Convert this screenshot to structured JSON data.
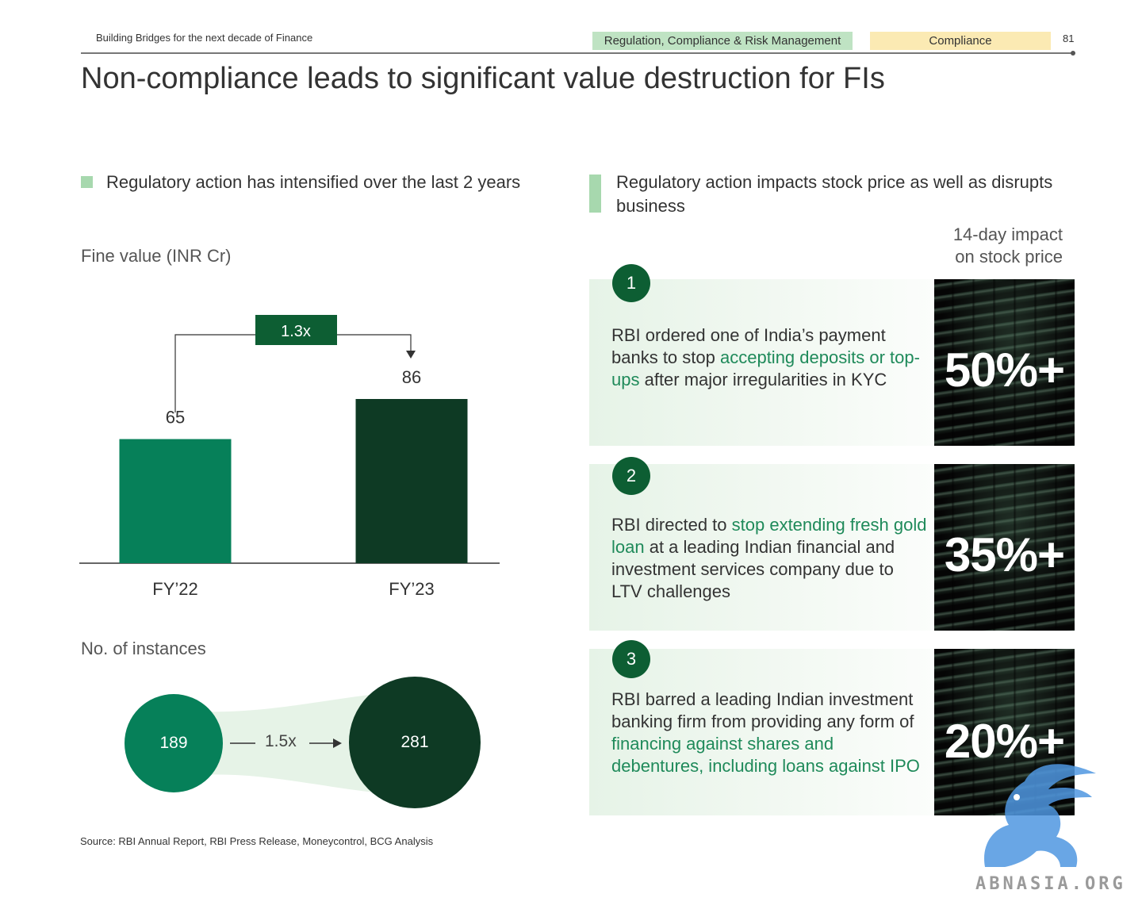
{
  "header": {
    "left": "Building Bridges for the next decade of Finance",
    "tag_green": "Regulation, Compliance & Risk Management",
    "tag_yellow": "Compliance",
    "page": "81"
  },
  "title": "Non-compliance leads to significant value destruction for FIs",
  "left_section": {
    "heading": "Regulatory action has intensified over the last 2 years",
    "fine_label": "Fine value (INR Cr)",
    "instances_label": "No. of instances",
    "instances": {
      "fy22": "189",
      "fy23": "281",
      "growth": "1.5x"
    },
    "source": "Source: RBI Annual Report, RBI Press Release, Moneycontrol, BCG Analysis"
  },
  "chart_data": {
    "type": "bar",
    "categories": [
      "FY’22",
      "FY’23"
    ],
    "values": [
      65,
      86
    ],
    "colors": [
      "#068059",
      "#0e3a24"
    ],
    "growth_label": "1.3x",
    "title": "Fine value (INR Cr)",
    "xlabel": "",
    "ylabel": "",
    "ylim": [
      0,
      86
    ]
  },
  "right_section": {
    "heading": "Regulatory action impacts stock price as well as disrupts business",
    "impact_heading_1": "14-day impact",
    "impact_heading_2": "on stock price",
    "cards": [
      {
        "num": "1",
        "pre": "RBI ordered one of India’s payment banks to stop ",
        "hl": "accepting deposits or top-ups",
        "post": " after major irregularities in KYC",
        "impact": "50%+"
      },
      {
        "num": "2",
        "pre": "RBI directed to ",
        "hl": "stop extending fresh gold loan",
        "post": " at a leading Indian financial and investment services company due to LTV challenges",
        "impact": "35%+"
      },
      {
        "num": "3",
        "pre": "RBI barred a leading Indian investment banking firm from providing any form of ",
        "hl": "financing against shares and debentures, including loans against IPO",
        "post": "",
        "impact": "20%+"
      }
    ]
  },
  "watermark": "ABNASIA.ORG",
  "colors": {
    "accent_green": "#068059",
    "dark_green": "#0e3a24",
    "highlight": "#1f8a5a"
  }
}
